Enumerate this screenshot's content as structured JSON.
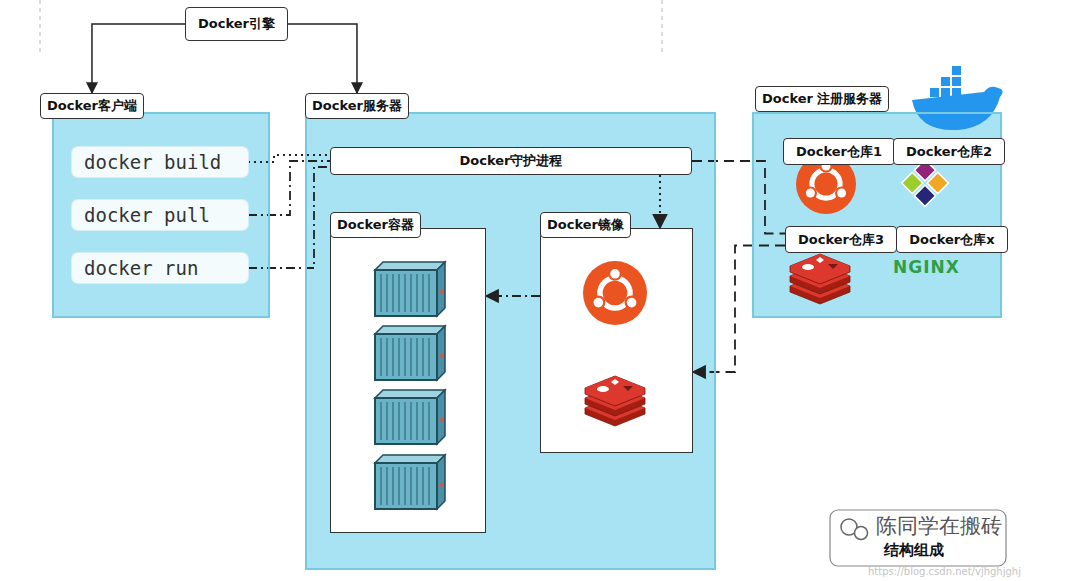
{
  "diagram": {
    "nodes": [
      {
        "text": [
          "Docker引擎"
        ]
      },
      {
        "text": [
          "Docker客户端"
        ]
      },
      {
        "text": [
          "docker build"
        ],
        "in": 1
      },
      {
        "text": [
          "docker pull"
        ],
        "in": 1
      },
      {
        "text": [
          "docker run"
        ],
        "in": 1
      },
      {
        "text": [
          "Docker服务器"
        ]
      },
      {
        "text": [
          "Docker守护进程"
        ],
        "in": 5
      },
      {
        "text": [
          "Docker容器"
        ],
        "in": 5
      },
      {
        "text": [
          "Docker镜像"
        ],
        "in": 5
      },
      {
        "text": [
          "Docker 注册服务器"
        ]
      },
      {
        "text": [
          "Docker仓库1"
        ],
        "in": 9
      },
      {
        "text": [
          "Docker仓库2"
        ],
        "in": 9
      },
      {
        "text": [
          "Docker仓库3"
        ],
        "in": 9
      },
      {
        "text": [
          "Docker仓库x"
        ],
        "in": 9
      }
    ],
    "edges": [
      {
        "from": 0,
        "to": 1,
        "arrow": "to"
      },
      {
        "from": 0,
        "to": 5,
        "arrow": "to"
      },
      {
        "from": 2,
        "to": 6,
        "arrow": "none"
      },
      {
        "from": 3,
        "to": 6,
        "arrow": "none"
      },
      {
        "from": 4,
        "to": 6,
        "arrow": "none"
      },
      {
        "from": 6,
        "to": 8,
        "arrow": "to"
      },
      {
        "from": 6,
        "to": 12,
        "arrow": "none"
      },
      {
        "from": 12,
        "to": 8,
        "arrow": "to"
      },
      {
        "from": 8,
        "to": 7,
        "arrow": "to"
      }
    ],
    "labels": [
      "NGINX",
      "陈同学在搬砖",
      "结构组成",
      "https://blog.csdn.net/vjhghjghj"
    ]
  }
}
